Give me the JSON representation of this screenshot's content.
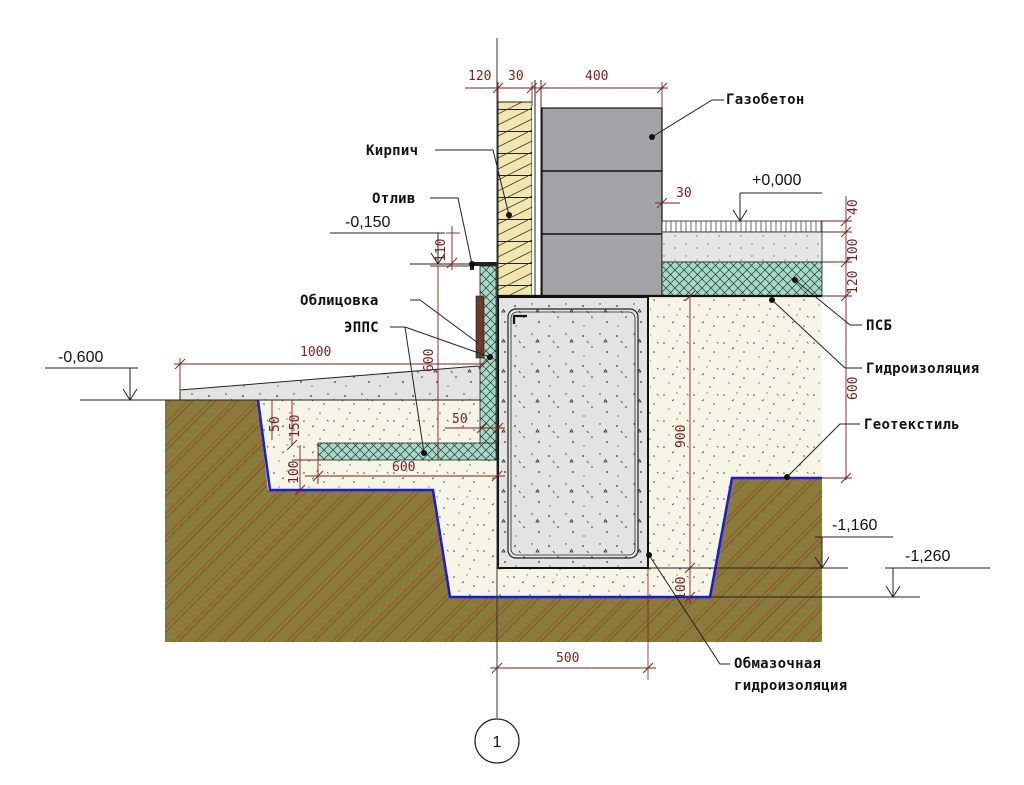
{
  "labels": {
    "gazobeton": "Газобетон",
    "kirpich": "Кирпич",
    "otliv": "Отлив",
    "oblitsovka": "Облицовка",
    "epps": "ЭППС",
    "psb": "ПСБ",
    "gidroizolyatsiya": "Гидроизоляция",
    "geotekstil": "Геотекстиль",
    "obmazochnaya_1": "Обмазочная",
    "obmazochnaya_2": "гидроизоляция"
  },
  "levels": {
    "zero": "+0,000",
    "m0150": "-0,150",
    "m0600": "-0,600",
    "m1160": "-1,160",
    "m1260": "-1,260"
  },
  "dimensions": {
    "d120_top": "120",
    "d30_top": "30",
    "d400_top": "400",
    "d30_floor": "30",
    "d40": "40",
    "d100_floor": "100",
    "d120_floor": "120",
    "d110": "110",
    "d600_wall": "600",
    "d1000": "1000",
    "d50_slope": "50",
    "d150": "150",
    "d100_left": "100",
    "d50_mid": "50",
    "d600_epps": "600",
    "d900": "900",
    "d600_right": "600",
    "d100_bottom": "100",
    "d500": "500"
  },
  "axis": {
    "mark": "1"
  },
  "colors": {
    "dimension": "#7a1f1f",
    "soil": "#8a7a3c",
    "sand": "#f7f6e6",
    "epps": "#a8d8c8",
    "geotextile": "#1a1adc",
    "brick": "#f2e6b0",
    "aerated_concrete": "#a3a3a6",
    "concrete": "#e3e3e3"
  }
}
